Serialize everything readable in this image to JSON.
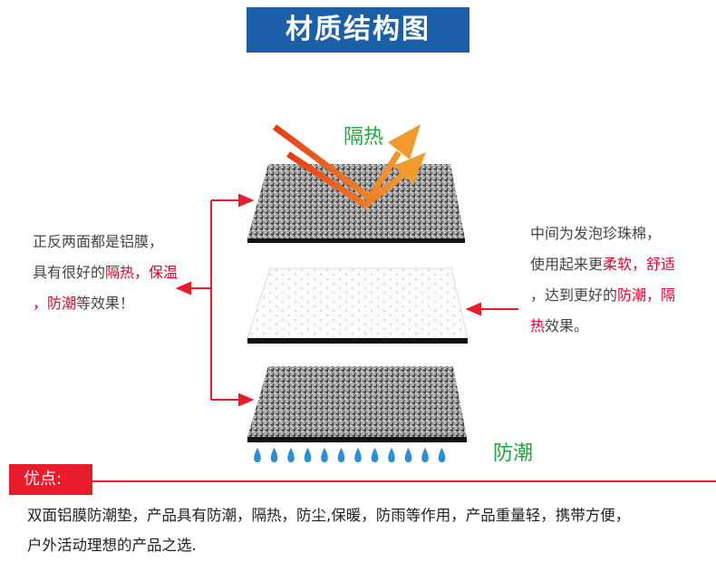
{
  "title": "材质结构图",
  "labels": {
    "insulation": "隔热",
    "moisture": "防潮"
  },
  "left_description": {
    "line1": "正反两面都是铝膜，",
    "line2_a": "具有很好的",
    "line2_b": "隔热，保温",
    "line3_a": "，防潮",
    "line3_b": "等效果！"
  },
  "right_description": {
    "line1": "中间为发泡珍珠棉，",
    "line2_a": "使用起来更",
    "line2_b": "柔软，舒适",
    "line3_a": "，达到更好的",
    "line3_b": "防潮，隔",
    "line4_a": "热",
    "line4_b": "效果。"
  },
  "advantages": {
    "heading": "优点:",
    "line1": "双面铝膜防潮垫，产品具有防潮，隔热，防尘,保暖，防雨等作用，产品重量轻，携带方便，",
    "line2": "户外活动理想的产品之选."
  },
  "colors": {
    "title_bg": "#1a5fa8",
    "accent_red": "#e6002d",
    "label_green": "#1aa83c",
    "arrow_orange": "#f07a1a",
    "water_blue": "#2a8fd6"
  }
}
